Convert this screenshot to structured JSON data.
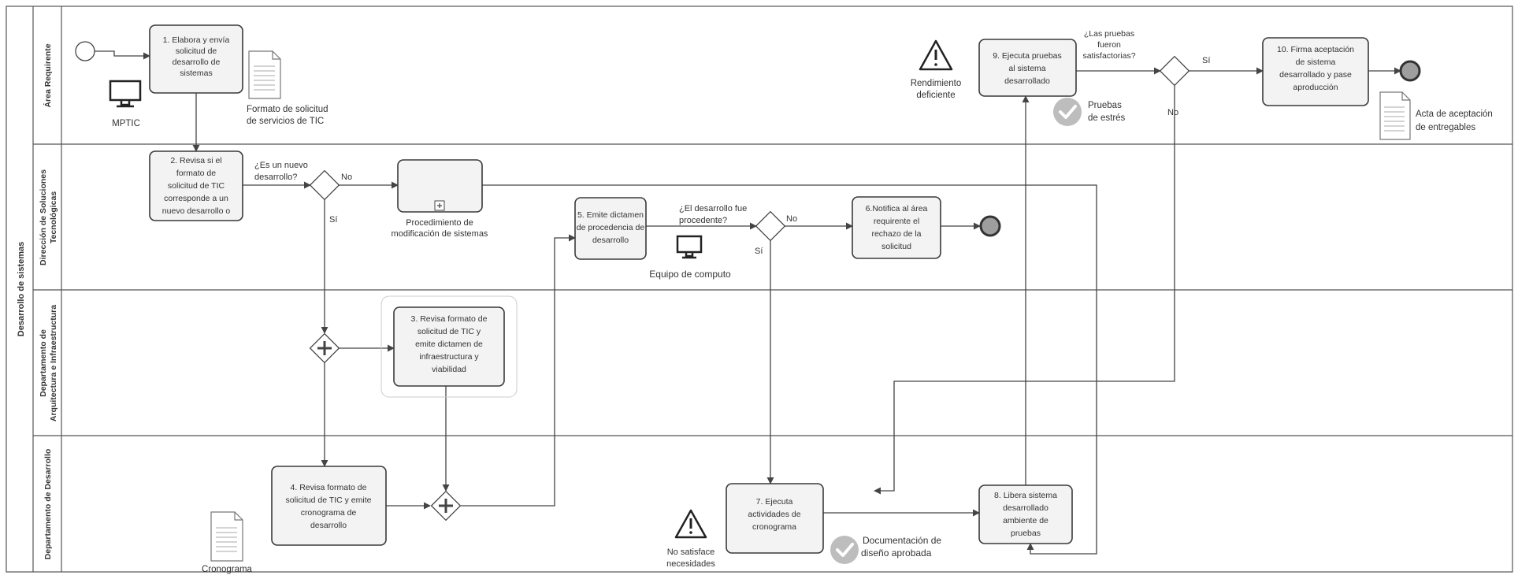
{
  "pool": {
    "title": "Desarrollo de sistemas"
  },
  "lanes": [
    {
      "id": "lane1",
      "label_lines": [
        "Área Requirente"
      ]
    },
    {
      "id": "lane2",
      "label_lines": [
        "Dirección de Soluciones",
        "Tecnológicas"
      ]
    },
    {
      "id": "lane3",
      "label_lines": [
        "Departamento de",
        "Arquitectura e Infraestructura"
      ]
    },
    {
      "id": "lane4",
      "label_lines": [
        "Departamento de Desarrollo"
      ]
    }
  ],
  "tasks": [
    {
      "id": "t1",
      "lines": [
        "1. Elabora y envía",
        "solicitud de",
        "desarrollo de",
        "sistemas"
      ]
    },
    {
      "id": "t2",
      "lines": [
        "2. Revisa si el",
        "formato de",
        "solicitud de TIC",
        "corresponde a un",
        "nuevo desarrollo o"
      ]
    },
    {
      "id": "t3",
      "lines": [
        "3. Revisa formato de",
        "solicitud de TIC y",
        "emite dictamen de",
        "infraestructura y",
        "viabilidad"
      ]
    },
    {
      "id": "t4",
      "lines": [
        "4. Revisa formato de",
        "solicitud de TIC y emite",
        "cronograma de",
        "desarrollo"
      ]
    },
    {
      "id": "t5",
      "lines": [
        "5. Emite dictamen",
        "de procedencia de",
        "desarrollo"
      ]
    },
    {
      "id": "t6",
      "lines": [
        "6.Notifica al área",
        "requirente el",
        "rechazo de la",
        "solicitud"
      ]
    },
    {
      "id": "t7",
      "lines": [
        "7. Ejecuta",
        "actividades de",
        "cronograma"
      ]
    },
    {
      "id": "t8",
      "lines": [
        "8. Libera sistema",
        "desarrollado",
        "ambiente de",
        "pruebas"
      ]
    },
    {
      "id": "t9",
      "lines": [
        "9. Ejecuta pruebas",
        "al sistema",
        "desarrollado"
      ]
    },
    {
      "id": "t10",
      "lines": [
        "10. Firma aceptación",
        "de sistema",
        "desarrollado y pase",
        "aproducción"
      ]
    }
  ],
  "subprocess": {
    "lines": [
      "Procedimiento de",
      "modificación de sistemas"
    ]
  },
  "gateways": [
    {
      "id": "g1",
      "question": [
        "¿Es un nuevo",
        "desarrollo?"
      ]
    },
    {
      "id": "g2",
      "question": [
        "¿El desarrollo fue",
        "procedente?"
      ]
    },
    {
      "id": "g3",
      "question": [
        "¿Las pruebas",
        "fueron",
        "satisfactorias?"
      ]
    }
  ],
  "edge_labels": [
    {
      "id": "g1_no",
      "text": "No"
    },
    {
      "id": "g1_si",
      "text": "Sí"
    },
    {
      "id": "g2_no",
      "text": "No"
    },
    {
      "id": "g2_si",
      "text": "Sí"
    },
    {
      "id": "g3_si",
      "text": "Sí"
    },
    {
      "id": "g3_no",
      "text": "No"
    }
  ],
  "artifacts": [
    {
      "id": "a_mptic",
      "icon": "monitor-icon",
      "lines": [
        "MPTIC"
      ]
    },
    {
      "id": "a_formato",
      "icon": "document-icon",
      "lines": [
        "Formato de solicitud",
        "de servicios de TIC"
      ]
    },
    {
      "id": "a_equipo",
      "icon": "monitor-icon",
      "lines": [
        "Equipo de computo"
      ]
    },
    {
      "id": "a_crono",
      "icon": "document-icon",
      "lines": [
        "Cronograma"
      ]
    },
    {
      "id": "a_acta",
      "icon": "document-icon",
      "lines": [
        "Acta de aceptación",
        "de entregables"
      ]
    },
    {
      "id": "a_rend",
      "icon": "warning-icon",
      "lines": [
        "Rendimiento",
        "deficiente"
      ]
    },
    {
      "id": "a_nosat",
      "icon": "warning-icon",
      "lines": [
        "No satisface",
        "necesidades"
      ]
    },
    {
      "id": "a_estres",
      "icon": "check-icon",
      "lines": [
        "Pruebas",
        "de estrés"
      ]
    },
    {
      "id": "a_docu",
      "icon": "check-icon",
      "lines": [
        "Documentación de",
        "diseño aprobada"
      ]
    }
  ],
  "colors": {
    "end_event": "#9e9e9e",
    "check": "#bdbdbd",
    "stroke": "#444444"
  }
}
